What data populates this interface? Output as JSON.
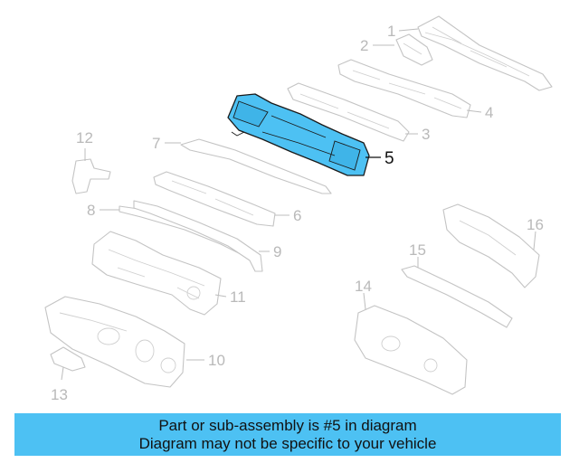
{
  "highlight_color": "#4dc1f3",
  "highlighted_part": "5",
  "callouts": {
    "c1": "1",
    "c2": "2",
    "c3": "3",
    "c4": "4",
    "c5": "5",
    "c6": "6",
    "c7": "7",
    "c8": "8",
    "c9": "9",
    "c10": "10",
    "c11": "11",
    "c12": "12",
    "c13": "13",
    "c14": "14",
    "c15": "15",
    "c16": "16"
  },
  "banner": {
    "line1": "Part or sub-assembly is #5 in diagram",
    "line2": "Diagram may not be specific to your vehicle"
  }
}
